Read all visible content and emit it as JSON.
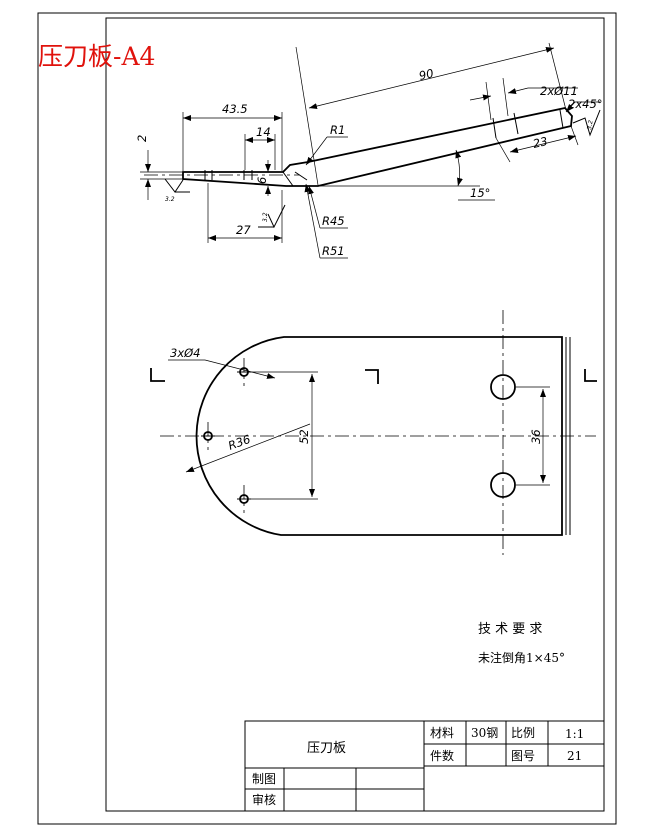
{
  "header": {
    "title": "压刀板-A4"
  },
  "side_view": {
    "dims": {
      "d90": "90",
      "d43_5": "43.5",
      "d14": "14",
      "d2": "2",
      "d6": "6",
      "d27": "27",
      "d23": "23",
      "holes": "2xØ11",
      "chamfer": "2x45°",
      "angle": "15°",
      "r1": "R1",
      "r45": "R45",
      "r51": "R51"
    },
    "roughness": [
      "3.2",
      "3.2",
      "3.2"
    ]
  },
  "plan_view": {
    "dims": {
      "holes": "3xØ4",
      "r36": "R36",
      "d52": "52",
      "d36": "36"
    }
  },
  "notes": {
    "title": "技 术 要 求",
    "line1": "未注倒角1×45°"
  },
  "title_block": {
    "part_name": "压刀板",
    "material_label": "材料",
    "material_value": "30钢",
    "scale_label": "比例",
    "scale_value": "1:1",
    "count_label": "件数",
    "count_value": "",
    "drawing_no_label": "图号",
    "drawing_no_value": "21",
    "drawn_label": "制图",
    "checked_label": "审核"
  }
}
